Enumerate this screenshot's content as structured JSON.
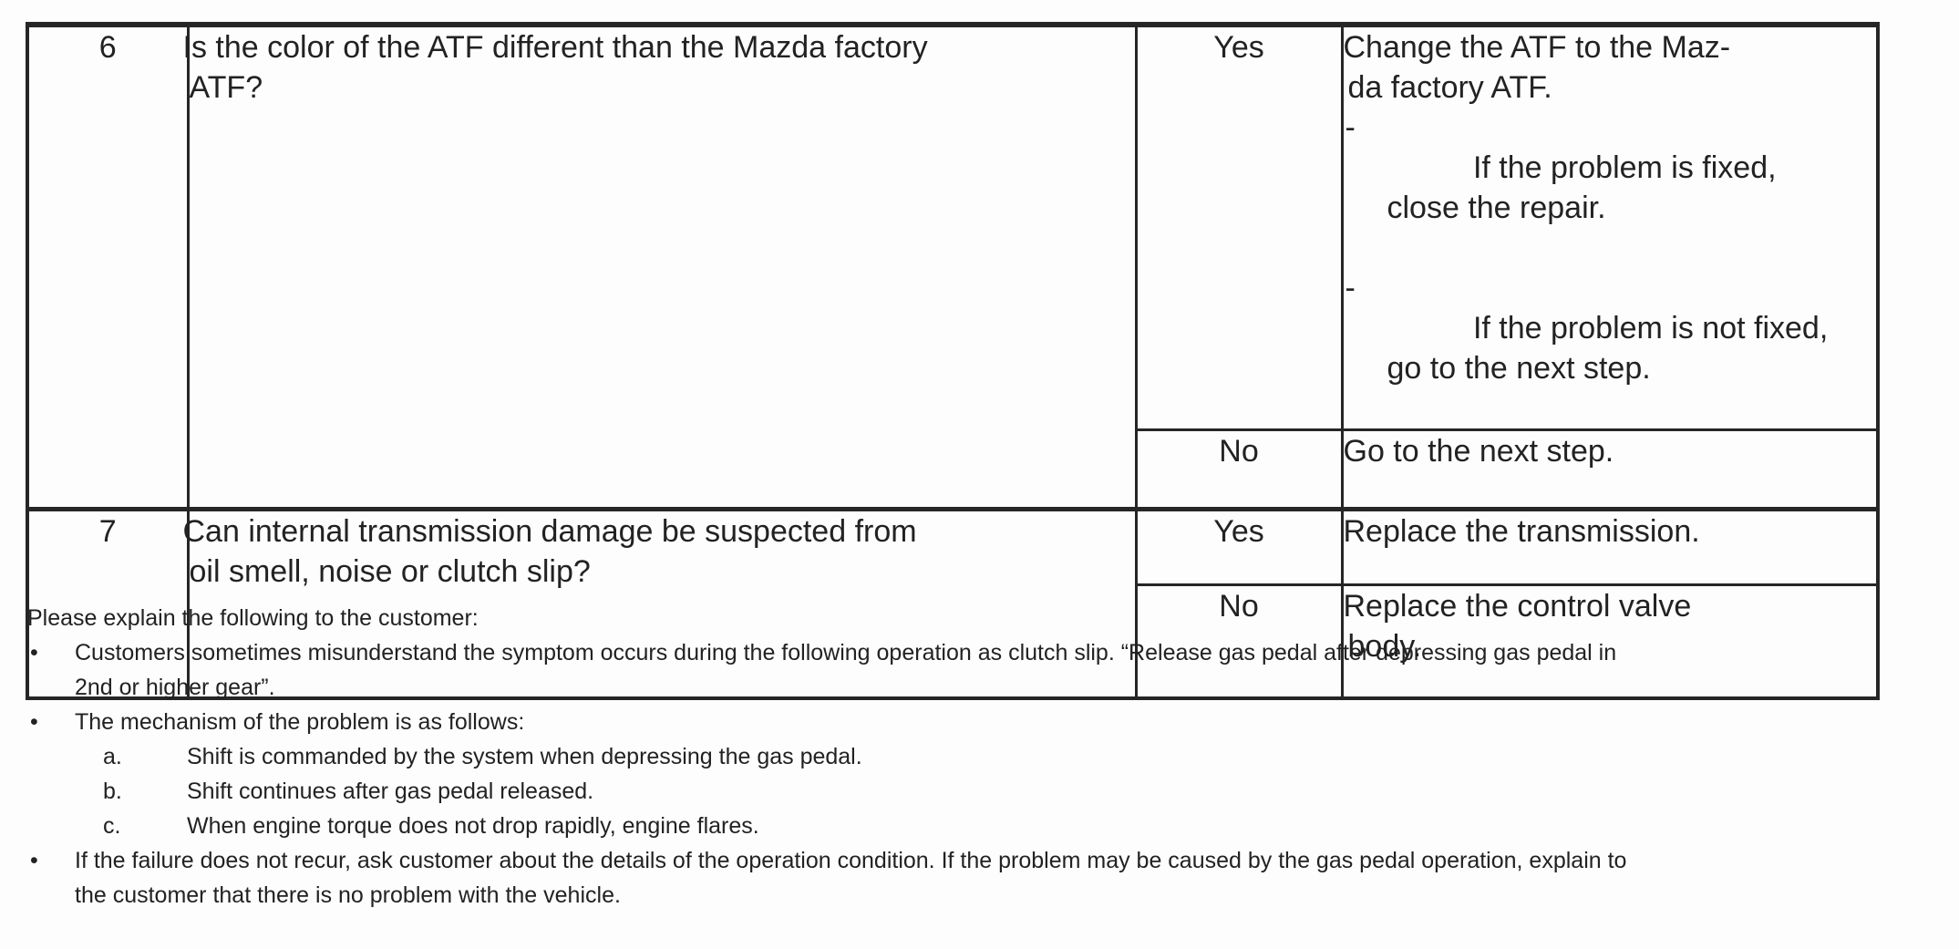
{
  "glyphs": {
    "bullet": "•",
    "dash": "-"
  },
  "colors": {
    "paper": "#fdfdfd",
    "ink": "#222222",
    "line": "#262626"
  },
  "table": {
    "rows": [
      {
        "step": "6",
        "question": "Is the color of the ATF different than the Mazda factory\nATF?",
        "branches": [
          {
            "answer": "Yes",
            "action_intro": "Change the ATF to the Maz-\nda factory ATF.",
            "action_items": [
              "If the problem is fixed,\nclose the repair.",
              "If the problem is not fixed,\ngo to the next step."
            ]
          },
          {
            "answer": "No",
            "action_intro": "Go to the next step.",
            "action_items": []
          }
        ]
      },
      {
        "step": "7",
        "question": "Can internal transmission damage be suspected from\noil smell, noise or clutch slip?",
        "branches": [
          {
            "answer": "Yes",
            "action_intro": "Replace the transmission.",
            "action_items": []
          },
          {
            "answer": "No",
            "action_intro": "Replace the control valve\nbody.",
            "action_items": []
          }
        ]
      }
    ]
  },
  "notes": {
    "intro": "Please explain the following to the customer:",
    "bullets": [
      {
        "text": "Customers sometimes misunderstand the symptom occurs during the following operation as clutch slip. “Release gas pedal after depressing gas pedal in\n2nd or higher gear”."
      },
      {
        "text": "The mechanism of the problem is as follows:",
        "sub_items": [
          {
            "label": "a.",
            "text": "Shift is commanded by the system when depressing the gas pedal."
          },
          {
            "label": "b.",
            "text": "Shift continues after gas pedal released."
          },
          {
            "label": "c.",
            "text": "When engine torque does not drop rapidly, engine flares."
          }
        ]
      },
      {
        "text": "If the failure does not recur, ask customer about the details of the operation condition. If the problem may be caused by the gas pedal operation, explain to\nthe customer that there is no problem with the vehicle."
      }
    ]
  }
}
